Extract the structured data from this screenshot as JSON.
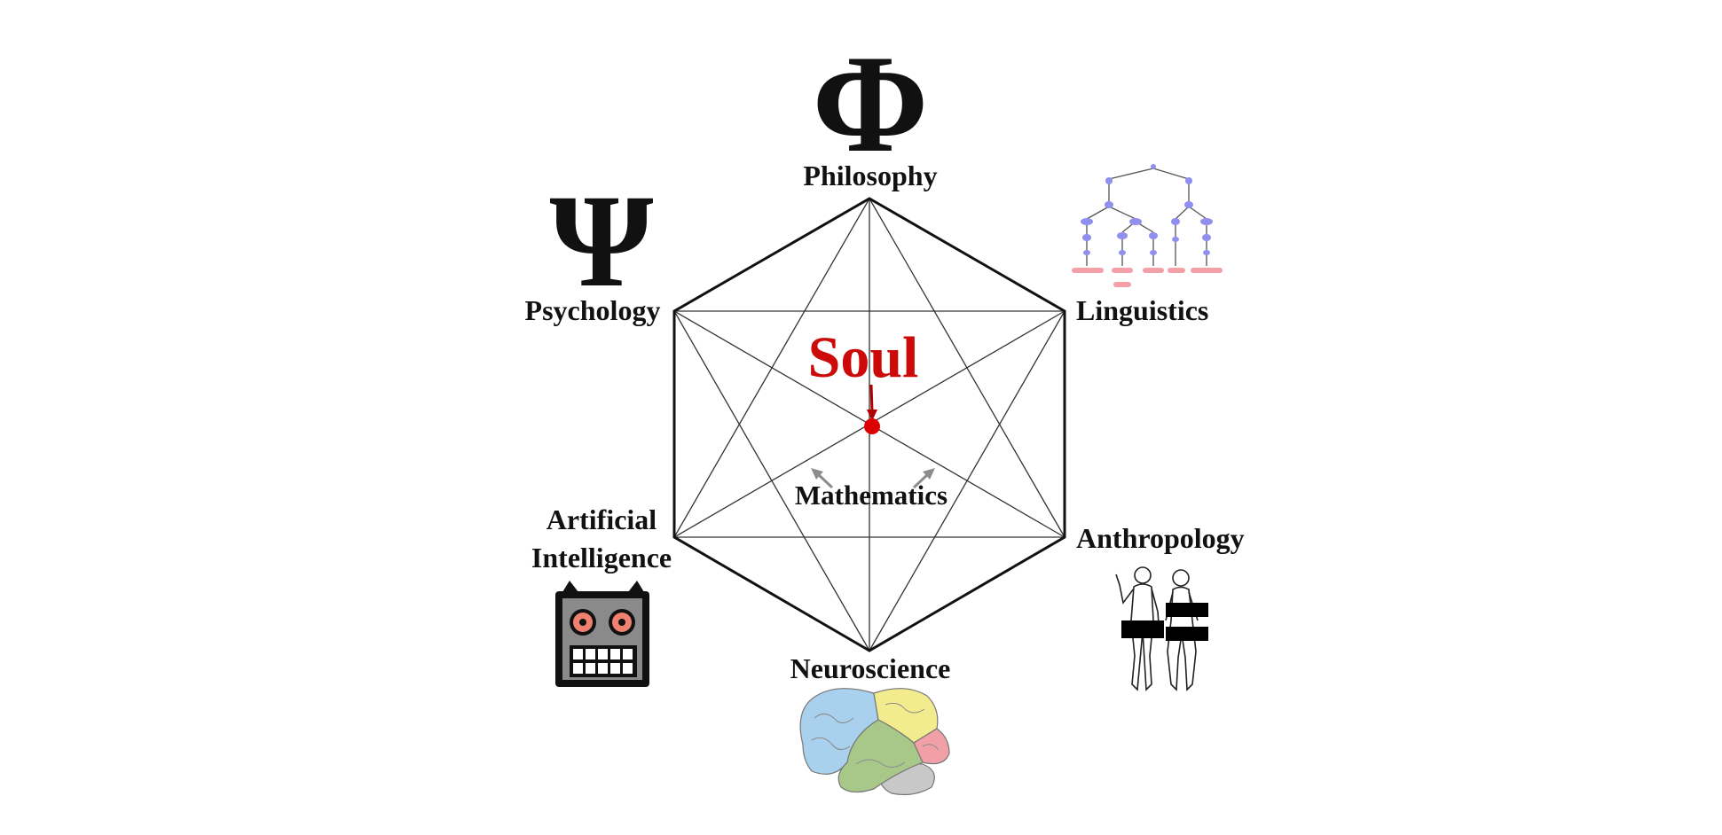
{
  "diagram": {
    "center_label": "Soul",
    "center_sub_label": "Mathematics",
    "disciplines": [
      {
        "id": "philosophy",
        "label": "Philosophy",
        "icon": "phi-symbol-icon",
        "symbol": "Φ"
      },
      {
        "id": "linguistics",
        "label": "Linguistics",
        "icon": "syntax-tree-icon"
      },
      {
        "id": "anthropology",
        "label": "Anthropology",
        "icon": "human-figures-icon"
      },
      {
        "id": "neuroscience",
        "label": "Neuroscience",
        "icon": "brain-icon"
      },
      {
        "id": "artificial-intelligence",
        "label_lines": [
          "Artificial",
          "Intelligence"
        ],
        "icon": "robot-face-icon"
      },
      {
        "id": "psychology",
        "label": "Psychology",
        "icon": "psi-symbol-icon",
        "symbol": "Ψ"
      }
    ],
    "colors": {
      "accent": "#cc0a0a",
      "lines": "#111111",
      "arrows": "#8c8c8c",
      "robot_body": "#8a8a8a",
      "robot_eyes": "#f08070",
      "brain_frontal": "#a9d0ec",
      "brain_parietal": "#f3ec8e",
      "brain_temporal": "#a8c88a",
      "brain_occipital": "#f2a0a8",
      "brain_cerebellum": "#c8c8c8"
    }
  }
}
